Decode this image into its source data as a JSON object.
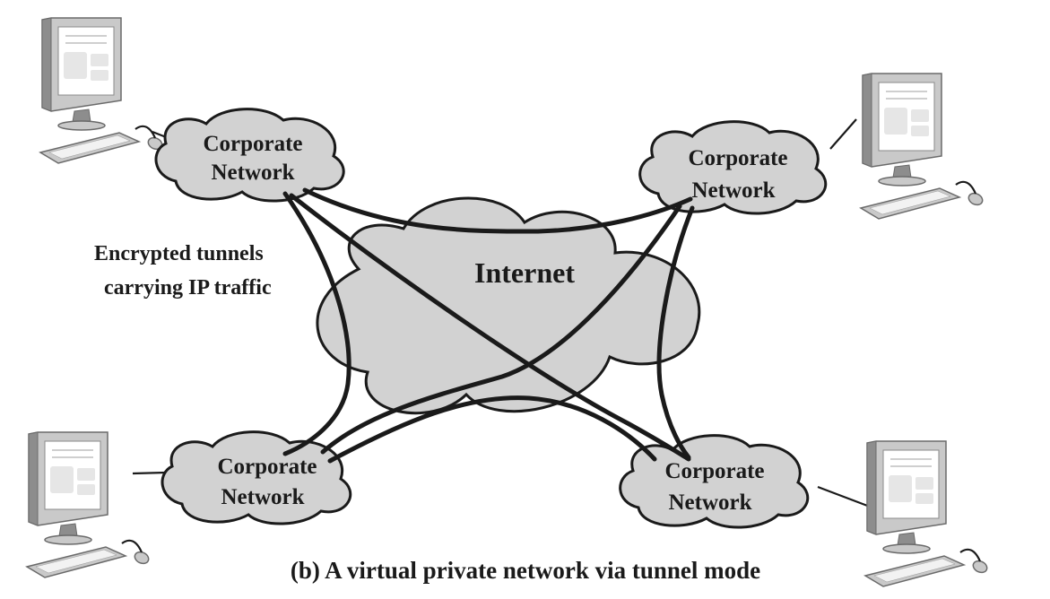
{
  "figure": {
    "caption": "(b) A virtual private network via tunnel mode"
  },
  "internet": {
    "label": "Internet"
  },
  "tunnels_label": {
    "line1": "Encrypted tunnels",
    "line2": "carrying IP traffic"
  },
  "networks": [
    {
      "line1": "Corporate",
      "line2": "Network"
    },
    {
      "line1": "Corporate",
      "line2": "Network"
    },
    {
      "line1": "Corporate",
      "line2": "Network"
    },
    {
      "line1": "Corporate",
      "line2": "Network"
    }
  ],
  "colors": {
    "cloud_fill": "#d2d2d2",
    "stroke": "#1a1a1a"
  },
  "icons": {
    "computer": "desktop-computer-icon",
    "cloud": "cloud-icon"
  }
}
